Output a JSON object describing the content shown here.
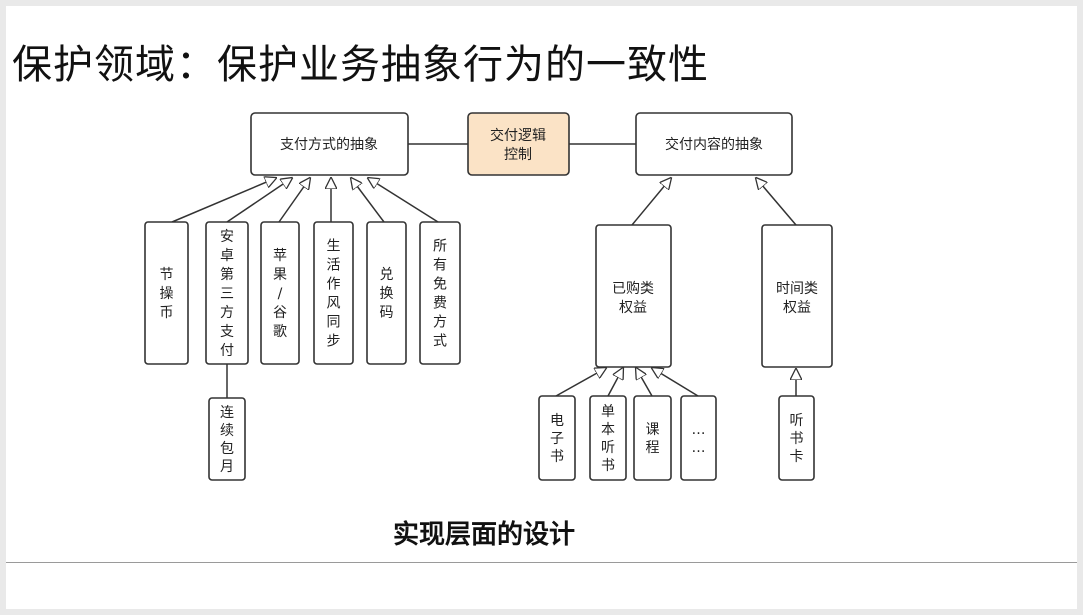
{
  "title": "保护领域：保护业务抽象行为的一致性",
  "caption": "实现层面的设计",
  "colors": {
    "stroke": "#333333",
    "highlight_fill": "#fbe3c6",
    "background": "#ffffff"
  },
  "nodes": {
    "payment_abstraction": "支付方式的抽象",
    "delivery_logic": [
      "交付逻辑",
      "控制"
    ],
    "delivery_content_abstraction": "交付内容的抽象",
    "jiecaobi": "节操币",
    "android_third_party": "安卓第三方支付",
    "apple_google": "苹果/谷歌",
    "life_style_sync": "生活作风同步",
    "redeem_code": "兑换码",
    "all_free": "所有免费方式",
    "continuous_monthly": "连续包月",
    "purchased_rights": [
      "已购类",
      "权益"
    ],
    "time_rights": [
      "时间类",
      "权益"
    ],
    "ebook": "电子书",
    "single_audiobook": "单本听书",
    "course": "课程",
    "ellipsis": "……",
    "audiobook_card": "听书卡"
  }
}
